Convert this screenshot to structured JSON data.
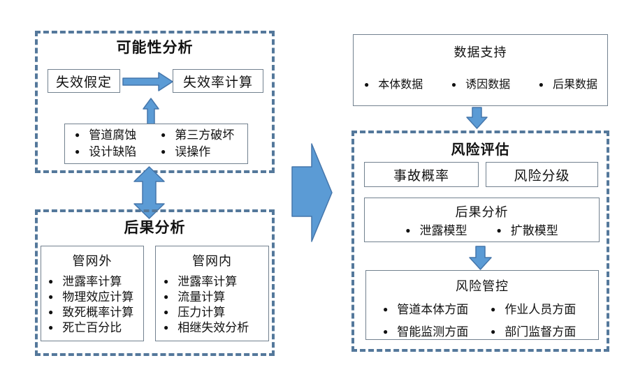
{
  "colors": {
    "dash_border": "#54789b",
    "box_border": "#72818f",
    "arrow_fill": "#5b9bd5",
    "arrow_stroke": "#4576ab",
    "text": "#111111"
  },
  "possibility": {
    "title": "可能性分析",
    "failure_assumption_label": "失效假定",
    "failure_rate_label": "失效率计算",
    "causes": [
      "管道腐蚀",
      "设计缺陷",
      "第三方破坏",
      "误操作"
    ]
  },
  "consequence": {
    "title": "后果分析",
    "outside": {
      "title": "管网外",
      "items": [
        "泄露率计算",
        "物理效应计算",
        "致死概率计算",
        "死亡百分比"
      ]
    },
    "inside": {
      "title": "管网内",
      "items": [
        "泄露率计算",
        "流量计算",
        "压力计算",
        "相继失效分析"
      ]
    }
  },
  "data_support": {
    "title": "数据支持",
    "items": [
      "本体数据",
      "诱因数据",
      "后果数据"
    ]
  },
  "risk": {
    "title": "风险评估",
    "accident_probability_label": "事故概率",
    "risk_grading_label": "风险分级",
    "consequence_analysis": {
      "title": "后果分析",
      "items": [
        "泄露模型",
        "扩散模型"
      ]
    },
    "risk_control": {
      "title": "风险管控",
      "items": [
        "管道本体方面",
        "作业人员方面",
        "智能监测方面",
        "部门监督方面"
      ]
    }
  }
}
